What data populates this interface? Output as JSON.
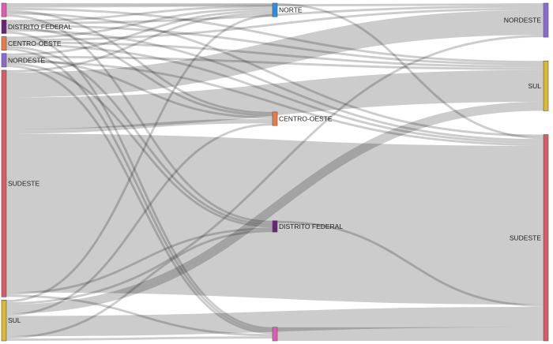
{
  "chart_data": {
    "type": "sankey",
    "columns": [
      [
        "SOURCE_PINK",
        "DISTRITO FEDERAL",
        "CENTRO-OESTE",
        "NORDESTE",
        "SUDESTE",
        "SUL"
      ],
      [
        "NORTE",
        "CENTRO-OESTE_2",
        "DISTRITO FEDERAL_2",
        "PINK_2"
      ],
      [
        "NORDESTE_3",
        "SUL_3",
        "SUDESTE_3"
      ]
    ],
    "nodes": [
      {
        "id": "SOURCE_PINK",
        "label": "",
        "color": "#e35ab4",
        "col": 0
      },
      {
        "id": "DISTRITO FEDERAL",
        "label": "DISTRITO FEDERAL",
        "color": "#6d1f7e",
        "col": 0
      },
      {
        "id": "CENTRO-OESTE",
        "label": "CENTRO-OESTE",
        "color": "#ec7a45",
        "col": 0
      },
      {
        "id": "NORDESTE",
        "label": "NORDESTE",
        "color": "#8a6ad0",
        "col": 0
      },
      {
        "id": "SUDESTE",
        "label": "SUDESTE",
        "color": "#d85a62",
        "col": 0
      },
      {
        "id": "SUL",
        "label": "SUL",
        "color": "#ddb92e",
        "col": 0
      },
      {
        "id": "NORTE",
        "label": "NORTE",
        "color": "#2b8fe0",
        "col": 1
      },
      {
        "id": "CENTRO-OESTE_2",
        "label": "CENTRO-OESTE",
        "color": "#ec7a45",
        "col": 1
      },
      {
        "id": "DISTRITO FEDERAL_2",
        "label": "DISTRITO FEDERAL",
        "color": "#6d1f7e",
        "col": 1
      },
      {
        "id": "PINK_2",
        "label": "",
        "color": "#e35ab4",
        "col": 1
      },
      {
        "id": "NORDESTE_3",
        "label": "NORDESTE",
        "color": "#8a6ad0",
        "col": 2
      },
      {
        "id": "SUL_3",
        "label": "SUL",
        "color": "#ddb92e",
        "col": 2
      },
      {
        "id": "SUDESTE_3",
        "label": "SUDESTE",
        "color": "#d85a62",
        "col": 2
      }
    ],
    "links": [
      {
        "source": "SOURCE_PINK",
        "target": "NORTE",
        "value": 1
      },
      {
        "source": "SOURCE_PINK",
        "target": "CENTRO-OESTE_2",
        "value": 1
      },
      {
        "source": "SOURCE_PINK",
        "target": "DISTRITO FEDERAL_2",
        "value": 1
      },
      {
        "source": "SOURCE_PINK",
        "target": "NORDESTE_3",
        "value": 1
      },
      {
        "source": "SOURCE_PINK",
        "target": "SUL_3",
        "value": 1
      },
      {
        "source": "SOURCE_PINK",
        "target": "SUDESTE_3",
        "value": 1
      },
      {
        "source": "DISTRITO FEDERAL",
        "target": "NORTE",
        "value": 1
      },
      {
        "source": "DISTRITO FEDERAL",
        "target": "CENTRO-OESTE_2",
        "value": 1
      },
      {
        "source": "DISTRITO FEDERAL",
        "target": "PINK_2",
        "value": 1
      },
      {
        "source": "DISTRITO FEDERAL",
        "target": "NORDESTE_3",
        "value": 1
      },
      {
        "source": "DISTRITO FEDERAL",
        "target": "SUL_3",
        "value": 1
      },
      {
        "source": "DISTRITO FEDERAL",
        "target": "SUDESTE_3",
        "value": 1
      },
      {
        "source": "CENTRO-OESTE",
        "target": "NORTE",
        "value": 1
      },
      {
        "source": "CENTRO-OESTE",
        "target": "DISTRITO FEDERAL_2",
        "value": 1
      },
      {
        "source": "CENTRO-OESTE",
        "target": "PINK_2",
        "value": 1
      },
      {
        "source": "CENTRO-OESTE",
        "target": "NORDESTE_3",
        "value": 1
      },
      {
        "source": "CENTRO-OESTE",
        "target": "SUL_3",
        "value": 1
      },
      {
        "source": "CENTRO-OESTE",
        "target": "SUDESTE_3",
        "value": 1
      },
      {
        "source": "NORDESTE",
        "target": "NORTE",
        "value": 1
      },
      {
        "source": "NORDESTE",
        "target": "CENTRO-OESTE_2",
        "value": 1
      },
      {
        "source": "NORDESTE",
        "target": "DISTRITO FEDERAL_2",
        "value": 1
      },
      {
        "source": "NORDESTE",
        "target": "PINK_2",
        "value": 1
      },
      {
        "source": "NORDESTE",
        "target": "SUL_3",
        "value": 1
      },
      {
        "source": "NORDESTE",
        "target": "SUDESTE_3",
        "value": 1
      },
      {
        "source": "SUDESTE",
        "target": "NORTE",
        "value": 1
      },
      {
        "source": "SUDESTE",
        "target": "CENTRO-OESTE_2",
        "value": 2
      },
      {
        "source": "SUDESTE",
        "target": "DISTRITO FEDERAL_2",
        "value": 1
      },
      {
        "source": "SUDESTE",
        "target": "PINK_2",
        "value": 1
      },
      {
        "source": "SUDESTE",
        "target": "NORDESTE_3",
        "value": 11
      },
      {
        "source": "SUDESTE",
        "target": "SUL_3",
        "value": 14
      },
      {
        "source": "SUDESTE",
        "target": "SUDESTE_3",
        "value": 70
      },
      {
        "source": "SUL",
        "target": "NORTE",
        "value": 1
      },
      {
        "source": "SUL",
        "target": "CENTRO-OESTE_2",
        "value": 1
      },
      {
        "source": "SUL",
        "target": "DISTRITO FEDERAL_2",
        "value": 1
      },
      {
        "source": "SUL",
        "target": "PINK_2",
        "value": 1
      },
      {
        "source": "SUL",
        "target": "NORDESTE_3",
        "value": 1
      },
      {
        "source": "SUL",
        "target": "SUL_3",
        "value": 4
      },
      {
        "source": "SUL",
        "target": "SUDESTE_3",
        "value": 9
      },
      {
        "source": "NORTE",
        "target": "SUDESTE_3",
        "value": 1
      },
      {
        "source": "DISTRITO FEDERAL_2",
        "target": "SUDESTE_3",
        "value": 1
      },
      {
        "source": "PINK_2",
        "target": "SUDESTE_3",
        "value": 6
      }
    ]
  }
}
